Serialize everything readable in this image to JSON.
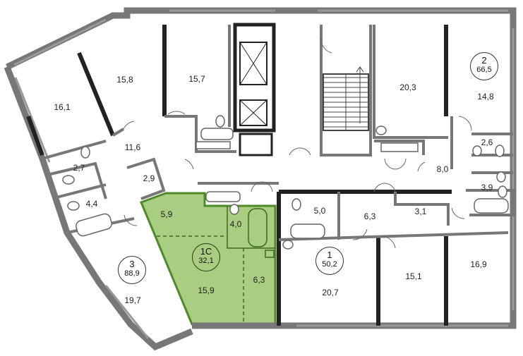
{
  "rooms": [
    {
      "id": "r161",
      "label": "16,1"
    },
    {
      "id": "r158",
      "label": "15,8"
    },
    {
      "id": "r157",
      "label": "15,7"
    },
    {
      "id": "r203",
      "label": "20,3"
    },
    {
      "id": "r148",
      "label": "14,8"
    },
    {
      "id": "r116",
      "label": "11,6"
    },
    {
      "id": "r27",
      "label": "2,7"
    },
    {
      "id": "r29",
      "label": "2,9"
    },
    {
      "id": "r26",
      "label": "2,6"
    },
    {
      "id": "r80",
      "label": "8,0"
    },
    {
      "id": "r39",
      "label": "3,9"
    },
    {
      "id": "r44",
      "label": "4,4"
    },
    {
      "id": "r59",
      "label": "5,9"
    },
    {
      "id": "r40",
      "label": "4,0"
    },
    {
      "id": "r50",
      "label": "5,0"
    },
    {
      "id": "r63a",
      "label": "6,3"
    },
    {
      "id": "r31",
      "label": "3,1"
    },
    {
      "id": "r159",
      "label": "15,9"
    },
    {
      "id": "r63b",
      "label": "6,3"
    },
    {
      "id": "r207",
      "label": "20,7"
    },
    {
      "id": "r151",
      "label": "15,1"
    },
    {
      "id": "r169",
      "label": "16,9"
    },
    {
      "id": "r197",
      "label": "19,7"
    }
  ],
  "apartments": [
    {
      "id": "apt2",
      "number": "2",
      "area": "66,5"
    },
    {
      "id": "apt1c",
      "number": "1С",
      "area": "32,1",
      "selected": true
    },
    {
      "id": "apt1",
      "number": "1",
      "area": "50,2"
    },
    {
      "id": "apt3",
      "number": "3",
      "area": "88,9"
    }
  ],
  "colors": {
    "wall": "#777777",
    "wall_dark": "#222222",
    "selected_fill": "#9ac46b",
    "selected_stroke": "#4f8a2a",
    "fixture": "#666666"
  }
}
